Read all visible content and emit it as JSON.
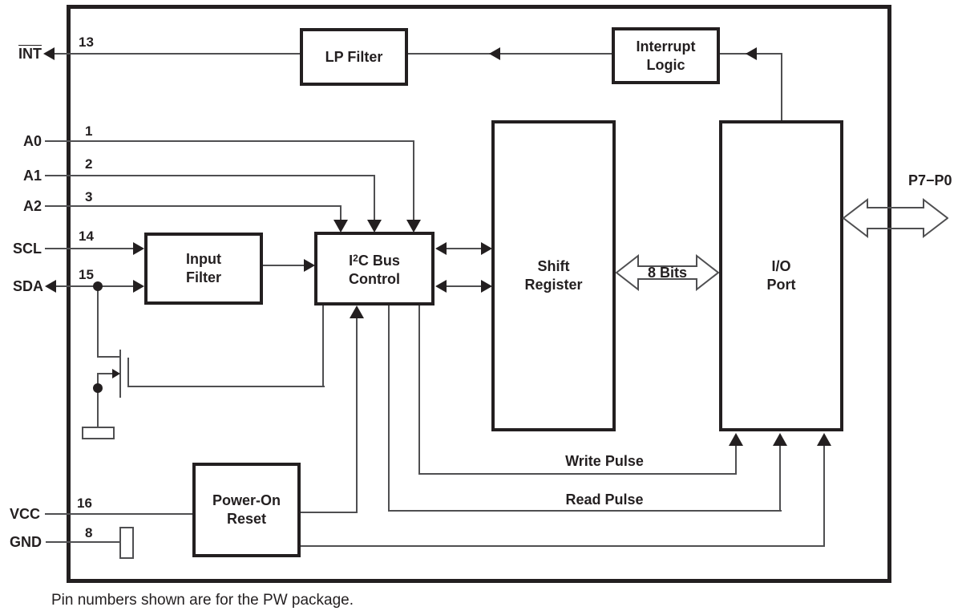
{
  "colors": {
    "ink": "#231f20",
    "wire": "#4f4f51"
  },
  "pins": {
    "int": {
      "label": "INT",
      "number": "13"
    },
    "a0": {
      "label": "A0",
      "number": "1"
    },
    "a1": {
      "label": "A1",
      "number": "2"
    },
    "a2": {
      "label": "A2",
      "number": "3"
    },
    "scl": {
      "label": "SCL",
      "number": "14"
    },
    "sda": {
      "label": "SDA",
      "number": "15"
    },
    "vcc": {
      "label": "VCC",
      "number": "16"
    },
    "gnd": {
      "label": "GND",
      "number": "8"
    },
    "port": {
      "label": "P7−P0"
    }
  },
  "blocks": {
    "lp_filter": {
      "line1": "LP Filter"
    },
    "interrupt_logic": {
      "line1": "Interrupt",
      "line2": "Logic"
    },
    "input_filter": {
      "line1": "Input",
      "line2": "Filter"
    },
    "i2c_bus_control": {
      "pre": "I",
      "sup": "2",
      "post": "C Bus",
      "line2": "Control"
    },
    "shift_register": {
      "line1": "Shift",
      "line2": "Register"
    },
    "io_port": {
      "line1": "I/O",
      "line2": "Port"
    },
    "power_on_reset": {
      "line1": "Power-On",
      "line2": "Reset"
    }
  },
  "bus_labels": {
    "bits": "8 Bits",
    "write_pulse": "Write Pulse",
    "read_pulse": "Read Pulse"
  },
  "footer": "Pin numbers shown are for the PW package."
}
